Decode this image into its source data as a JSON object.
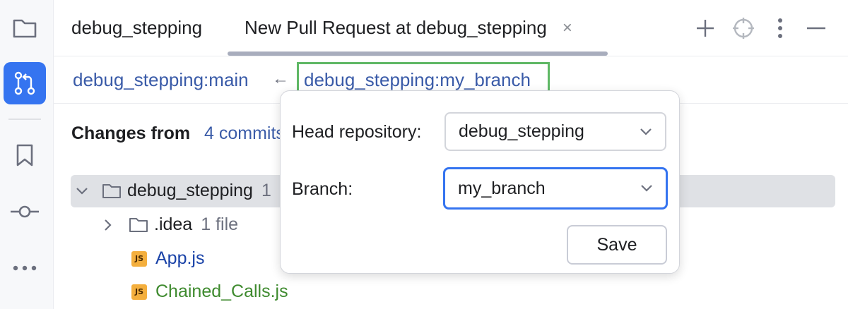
{
  "tabs": [
    {
      "label": "debug_stepping"
    },
    {
      "label": "New Pull Request at debug_stepping",
      "close": "×"
    }
  ],
  "tab_actions": [
    "add-icon",
    "target-icon",
    "more-vertical-icon",
    "minimize-icon"
  ],
  "toolstrip": [
    "folder-icon",
    "pull-request-icon",
    "bookmark-icon",
    "commit-icon",
    "more-horizontal-icon"
  ],
  "branches": {
    "base": "debug_stepping:main",
    "arrow": "←",
    "head": "debug_stepping:my_branch"
  },
  "changes": {
    "title": "Changes from",
    "link": "4 commits"
  },
  "tree": {
    "root": {
      "name": "debug_stepping",
      "count": "1"
    },
    "idea": {
      "name": ".idea",
      "count": "1 file"
    },
    "app": {
      "name": "App.js",
      "badge": "JS"
    },
    "chained": {
      "name": "Chained_Calls.js",
      "badge": "JS"
    }
  },
  "popup": {
    "head_repo_label": "Head repository:",
    "head_repo_value": "debug_stepping",
    "branch_label": "Branch:",
    "branch_value": "my_branch",
    "save_label": "Save"
  },
  "colors": {
    "accent": "#3574f0",
    "link": "#3a5ba8",
    "focus_outline": "#5fb865",
    "modified_file": "#1a43a8",
    "added_file": "#3e8a2e"
  }
}
